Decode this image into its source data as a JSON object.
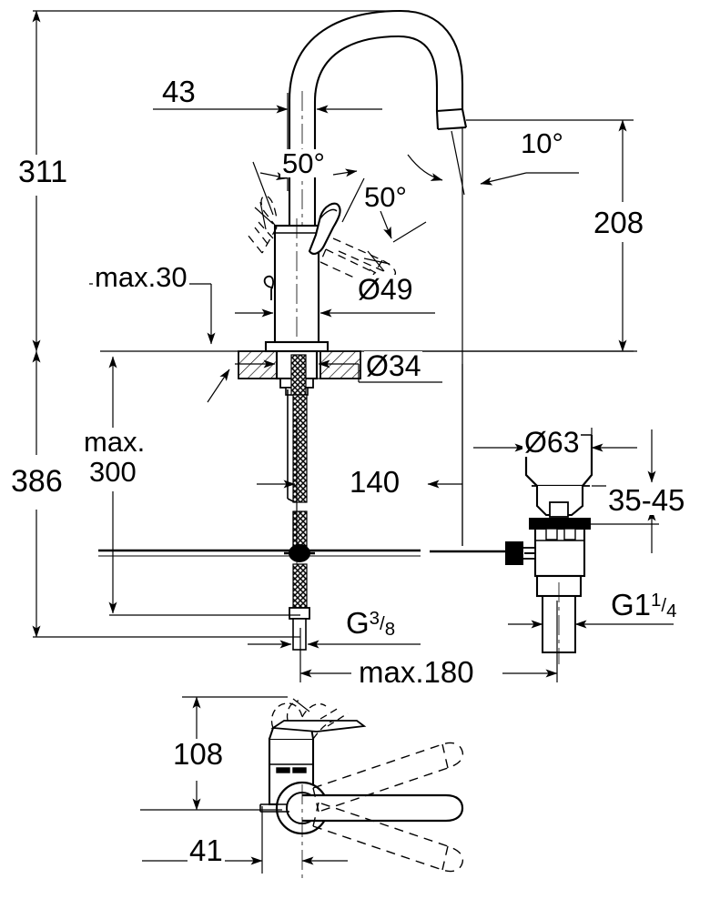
{
  "drawing": {
    "title": "Single-lever basin mixer technical dimension drawing",
    "type": "technical-line-drawing",
    "units": "mm",
    "line_color": "#000000",
    "background_color": "#ffffff"
  },
  "dimensions": {
    "height_total_spout": "311",
    "height_total_overall": "386",
    "spout_reach_offset": "43",
    "spout_outlet_height": "208",
    "handle_swing_back": "50°",
    "handle_swing_front": "50°",
    "spout_outlet_angle": "10°",
    "countertop_thickness_max": "max.30",
    "body_diameter": "Ø49",
    "shank_diameter": "Ø34",
    "supply_hose_length_max": "max.\n300",
    "supply_hose_label_line1": "max.",
    "supply_hose_label_line2": "300",
    "popup_rod_length": "140",
    "drain_flange_diameter": "Ø63",
    "drain_basin_thickness": "35-45",
    "drain_thread": "G1",
    "drain_thread_num": "1",
    "drain_thread_den": "4",
    "supply_thread": "G",
    "supply_thread_num": "3",
    "supply_thread_den": "8",
    "popup_rod_max_reach": "max.180",
    "handle_height_side": "108",
    "handle_offset_side": "41"
  },
  "views": {
    "front_elevation": "front-view-faucet",
    "drain_assembly": "drain-assembly-view",
    "side_elevation": "side-view-handle"
  },
  "components": {
    "spout": "curved-c-spout",
    "aerator": "aerator-outlet",
    "body": "cylindrical-mixer-body",
    "lever": "single-lever-handle",
    "escutcheon": "base-escutcheon",
    "countertop": "countertop-section-hatched",
    "shank": "threaded-mounting-shank",
    "flex_hose": "braided-flexible-hose",
    "tee_fitting": "tee-fitting",
    "popup_rod": "popup-waste-lift-rod",
    "drain_flange": "drain-flange",
    "drain_body": "drain-body",
    "drain_tailpiece": "drain-tailpiece",
    "clevis_screw": "clevis-screw"
  }
}
